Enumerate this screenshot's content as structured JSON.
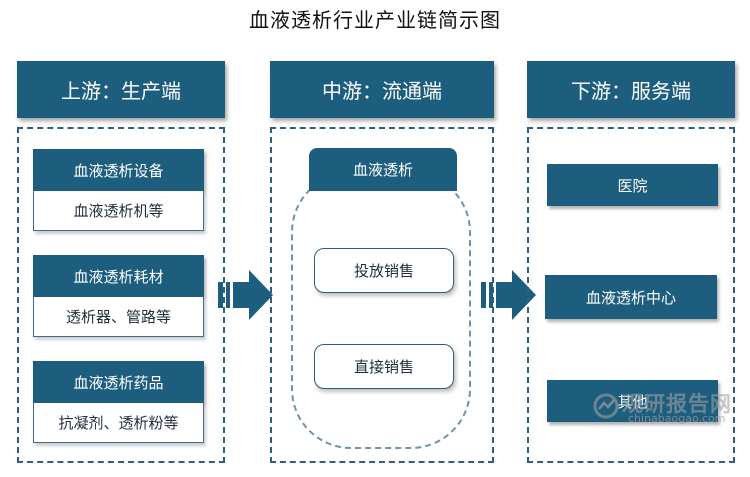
{
  "title": "血液透析行业产业链简示图",
  "columns": {
    "upstream": {
      "header": "上游：生产端",
      "cards": [
        {
          "head": "血液透析设备",
          "body": "血液透析机等"
        },
        {
          "head": "血液透析耗材",
          "body": "透析器、管路等"
        },
        {
          "head": "血液透析药品",
          "body": "抗凝剂、透析粉等"
        }
      ]
    },
    "midstream": {
      "header": "中游：流通端",
      "tab": "血液透析",
      "items": [
        "投放销售",
        "直接销售"
      ]
    },
    "downstream": {
      "header": "下游：服务端",
      "items": [
        "医院",
        "血液透析中心",
        "其他"
      ]
    }
  },
  "watermark": {
    "cn": "观研报告网",
    "en": "chinabaogao.com"
  },
  "colors": {
    "primary": "#1d5e7e",
    "dash": "#2f5f7a",
    "arrow": "#1d5e7e"
  }
}
